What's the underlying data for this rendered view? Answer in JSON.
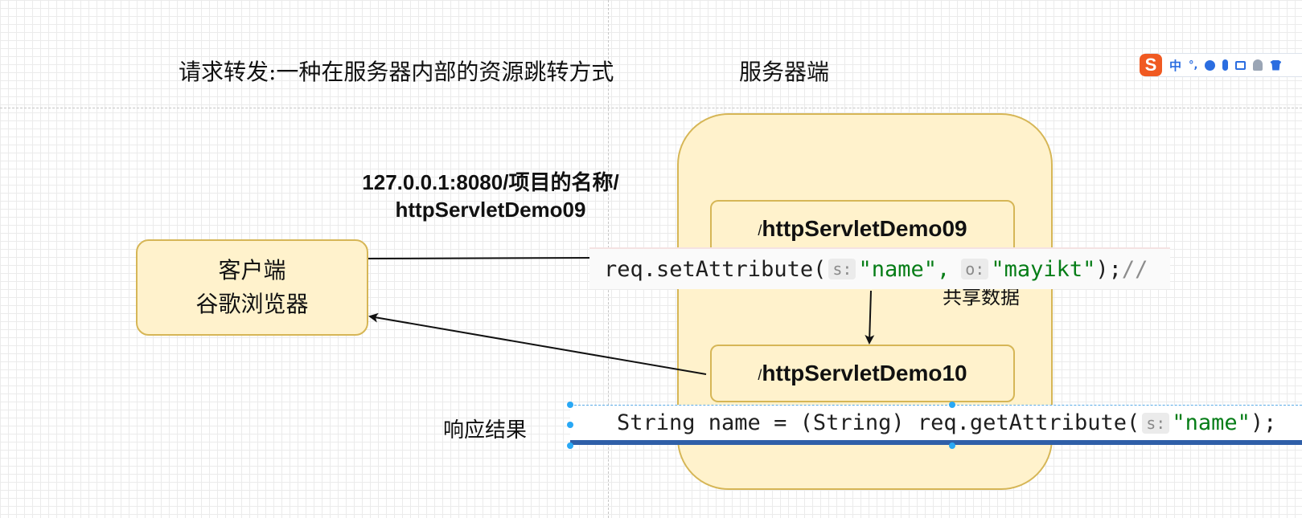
{
  "title": "请求转发:一种在服务器内部的资源跳转方式",
  "server_label": "服务器端",
  "url_label_line1": "127.0.0.1:8080/项目的名称/",
  "url_label_line2": "httpServletDemo09",
  "client": {
    "line1": "客户端",
    "line2": "谷歌浏览器"
  },
  "servlet09": {
    "slash": "/",
    "name": "httpServletDemo09"
  },
  "servlet10": {
    "slash": "/",
    "name": "httpServletDemo10"
  },
  "shared_data_label": "共享数据",
  "response_label": "响应结果",
  "code_set_attribute": {
    "prefix": "req.setAttribute(",
    "hint_s": "s:",
    "arg1": "\"name\",",
    "hint_o": "o:",
    "arg2": "\"mayikt\"",
    "suffix": ");",
    "comment": "//"
  },
  "code_get_attribute": {
    "prefix": "String name = (String) req.getAttribute(",
    "hint_s": "s:",
    "arg": "\"name\"",
    "suffix": ");"
  },
  "ime_toolbar": {
    "logo": "S",
    "mode": "中",
    "punct": "°,",
    "icons": [
      "emoji-icon",
      "microphone-icon",
      "keyboard-icon",
      "user-icon",
      "skin-icon"
    ]
  },
  "colors": {
    "box_fill": "#fff2cc",
    "box_stroke": "#d6b656",
    "code_string": "#067d17",
    "ime_accent": "#2b6de0",
    "ime_logo": "#f05a22"
  }
}
